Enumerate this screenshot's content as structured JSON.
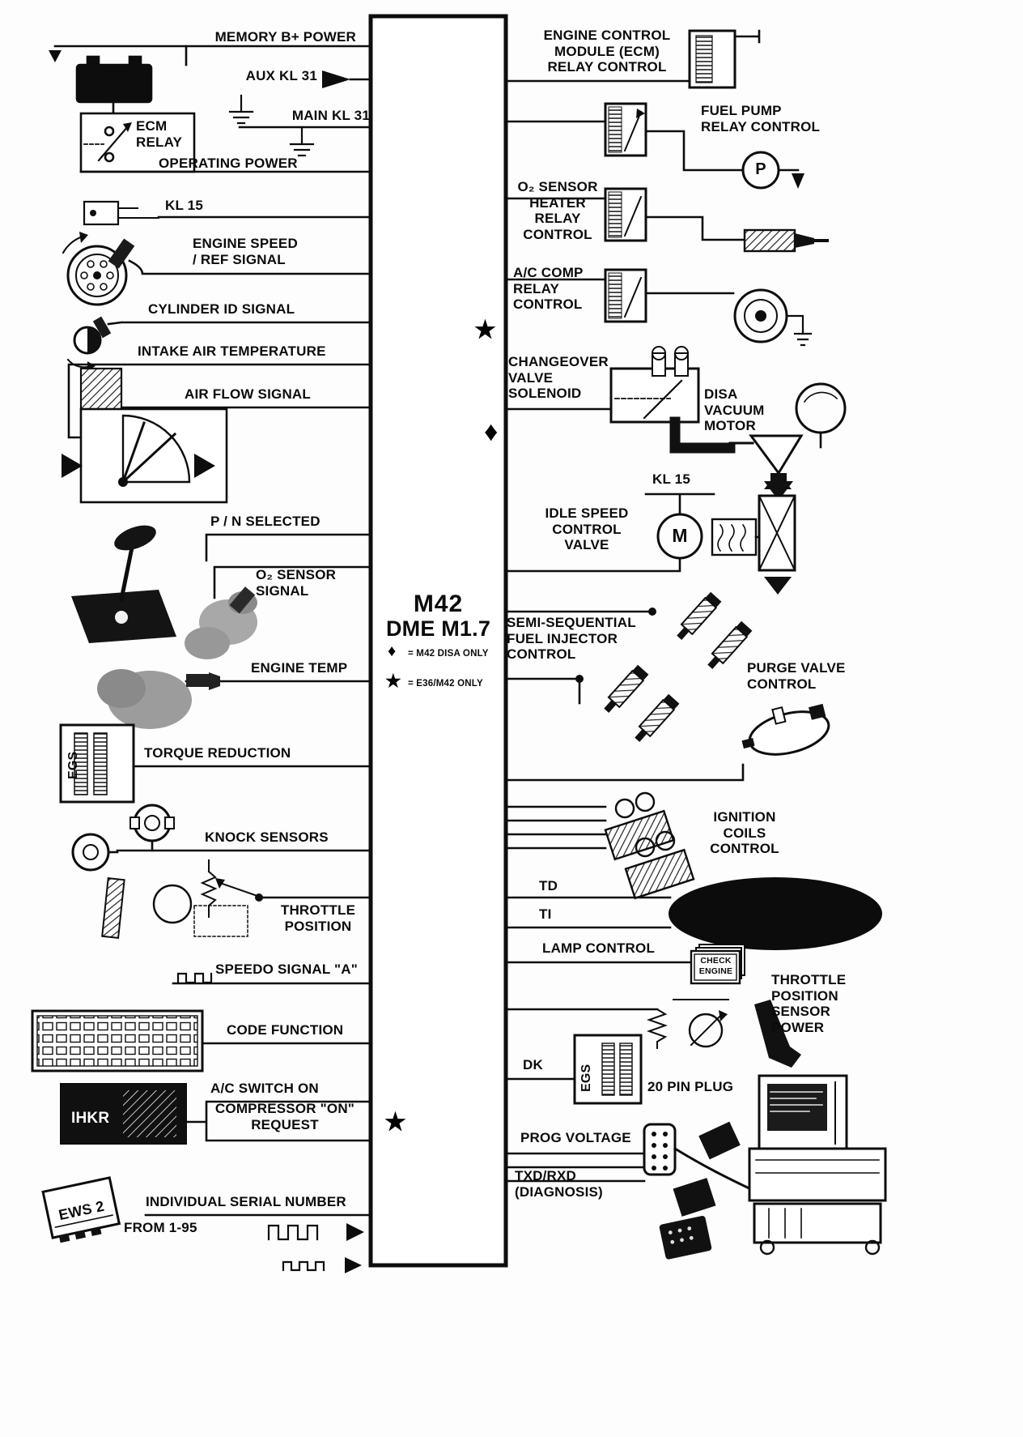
{
  "diagram": {
    "center": {
      "title1": "M42",
      "title2": "DME M1.7",
      "diamond_symbol": "♦",
      "star_symbol": "★",
      "legend_diamond": "= M42 DISA ONLY",
      "legend_star": "= E36/M42 ONLY"
    },
    "left": {
      "memory_power": "MEMORY B+ POWER",
      "aux_kl31": "AUX KL 31",
      "main_kl31": "MAIN KL 31",
      "ecm_relay": "ECM\nRELAY",
      "operating_power": "OPERATING POWER",
      "kl15": "KL 15",
      "engine_speed": "ENGINE SPEED\n/ REF SIGNAL",
      "cylinder_id": "CYLINDER ID SIGNAL",
      "intake_air_temp": "INTAKE AIR TEMPERATURE",
      "air_flow": "AIR FLOW SIGNAL",
      "pn_selected": "P / N SELECTED",
      "o2_sensor": "O₂ SENSOR\nSIGNAL",
      "engine_temp": "ENGINE TEMP",
      "torque_reduction": "TORQUE REDUCTION",
      "egs": "EGS",
      "knock_sensors": "KNOCK SENSORS",
      "throttle_position": "THROTTLE\nPOSITION",
      "speedo_signal": "SPEEDO SIGNAL \"A\"",
      "code_function": "CODE FUNCTION",
      "ac_switch": "A/C SWITCH ON",
      "compressor_request": "COMPRESSOR \"ON\"\nREQUEST",
      "ihkr": "IHKR",
      "serial_number": "INDIVIDUAL SERIAL NUMBER",
      "from_195": "FROM 1-95",
      "ews2": "EWS 2"
    },
    "right": {
      "ecm_relay_control": "ENGINE CONTROL\nMODULE (ECM)\nRELAY CONTROL",
      "fuel_pump": "FUEL PUMP\nRELAY CONTROL",
      "o2_heater": "O₂ SENSOR\nHEATER\nRELAY\nCONTROL",
      "ac_comp": "A/C COMP\nRELAY\nCONTROL",
      "changeover": "CHANGEOVER\nVALVE\nSOLENOID",
      "disa_motor": "DISA\nVACUUM\nMOTOR",
      "kl15": "KL 15",
      "idle_speed": "IDLE SPEED\nCONTROL\nVALVE",
      "semi_sequential": "SEMI-SEQUENTIAL\nFUEL INJECTOR\nCONTROL",
      "purge_valve": "PURGE VALVE\nCONTROL",
      "ignition_coils": "IGNITION\nCOILS\nCONTROL",
      "td": "TD",
      "ti": "TI",
      "lamp_control": "LAMP CONTROL",
      "check_engine": "CHECK\nENGINE",
      "throttle_sensor_power": "THROTTLE\nPOSITION\nSENSOR\nPOWER",
      "dk": "DK",
      "egs": "EGS",
      "pin_plug": "20 PIN PLUG",
      "prog_voltage": "PROG VOLTAGE",
      "txd_rxd": "TXD/RXD\n(DIAGNOSIS)",
      "p_symbol": "P",
      "m_symbol": "M"
    }
  }
}
